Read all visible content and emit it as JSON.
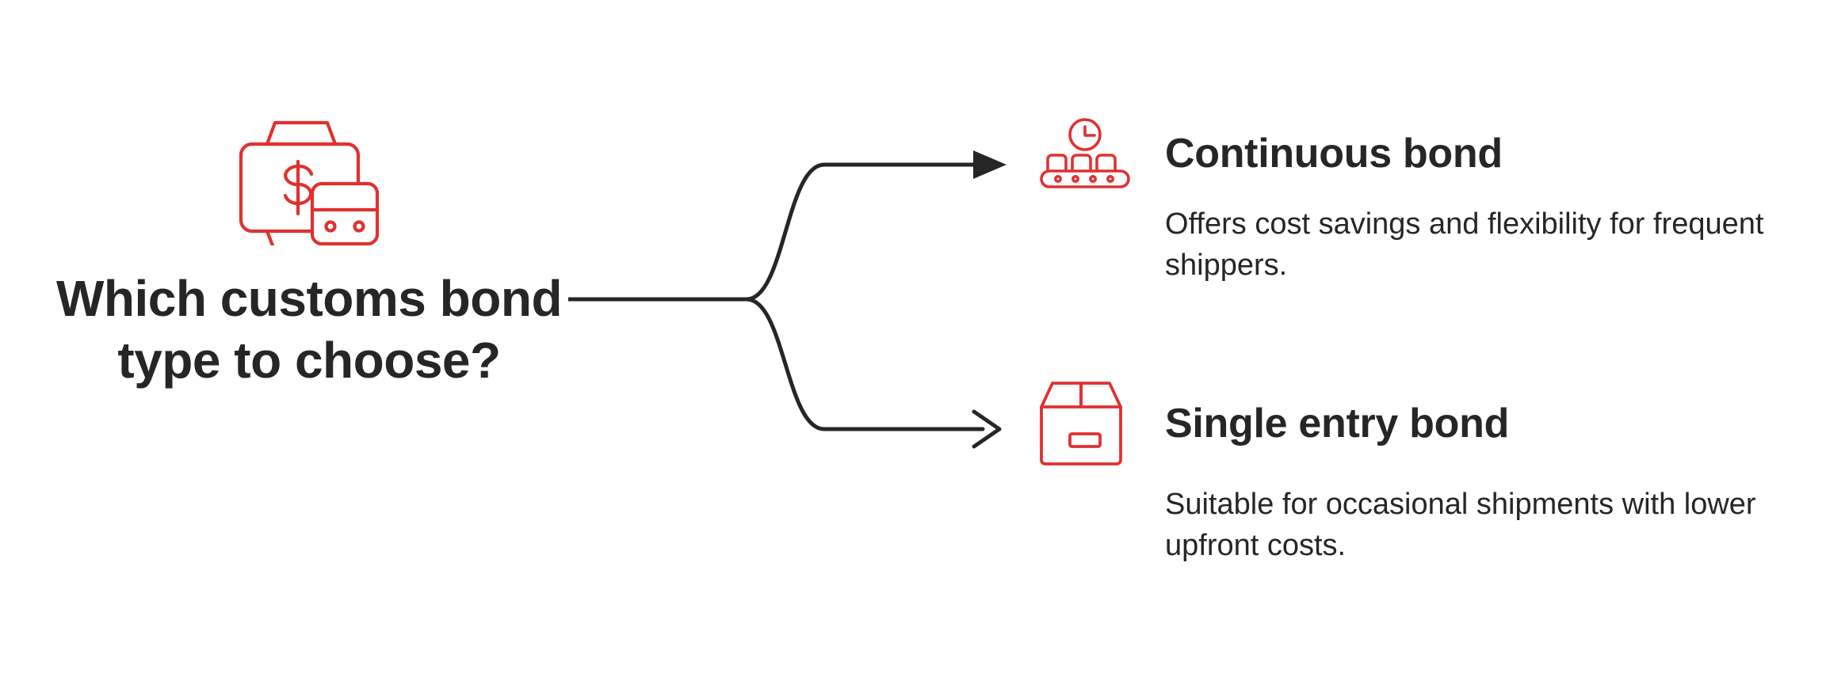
{
  "meta": {
    "background_color": "#ffffff",
    "accent_color": "#e03131",
    "text_color": "#262626"
  },
  "question": {
    "icon_name": "money-bag-truck-icon",
    "title": "Which customs bond type to choose?"
  },
  "connector": {
    "name": "branching-arrow-connector",
    "line_color": "#262626",
    "top_arrow_style": "filled-triangle",
    "bottom_arrow_style": "open-chevron"
  },
  "branches": [
    {
      "icon_name": "clock-conveyor-belt-icon",
      "title": "Continuous bond",
      "description": "Offers cost savings and flexibility for frequent shippers."
    },
    {
      "icon_name": "cardboard-box-icon",
      "title": "Single entry bond",
      "description": "Suitable for occasional shipments with lower upfront costs."
    }
  ]
}
